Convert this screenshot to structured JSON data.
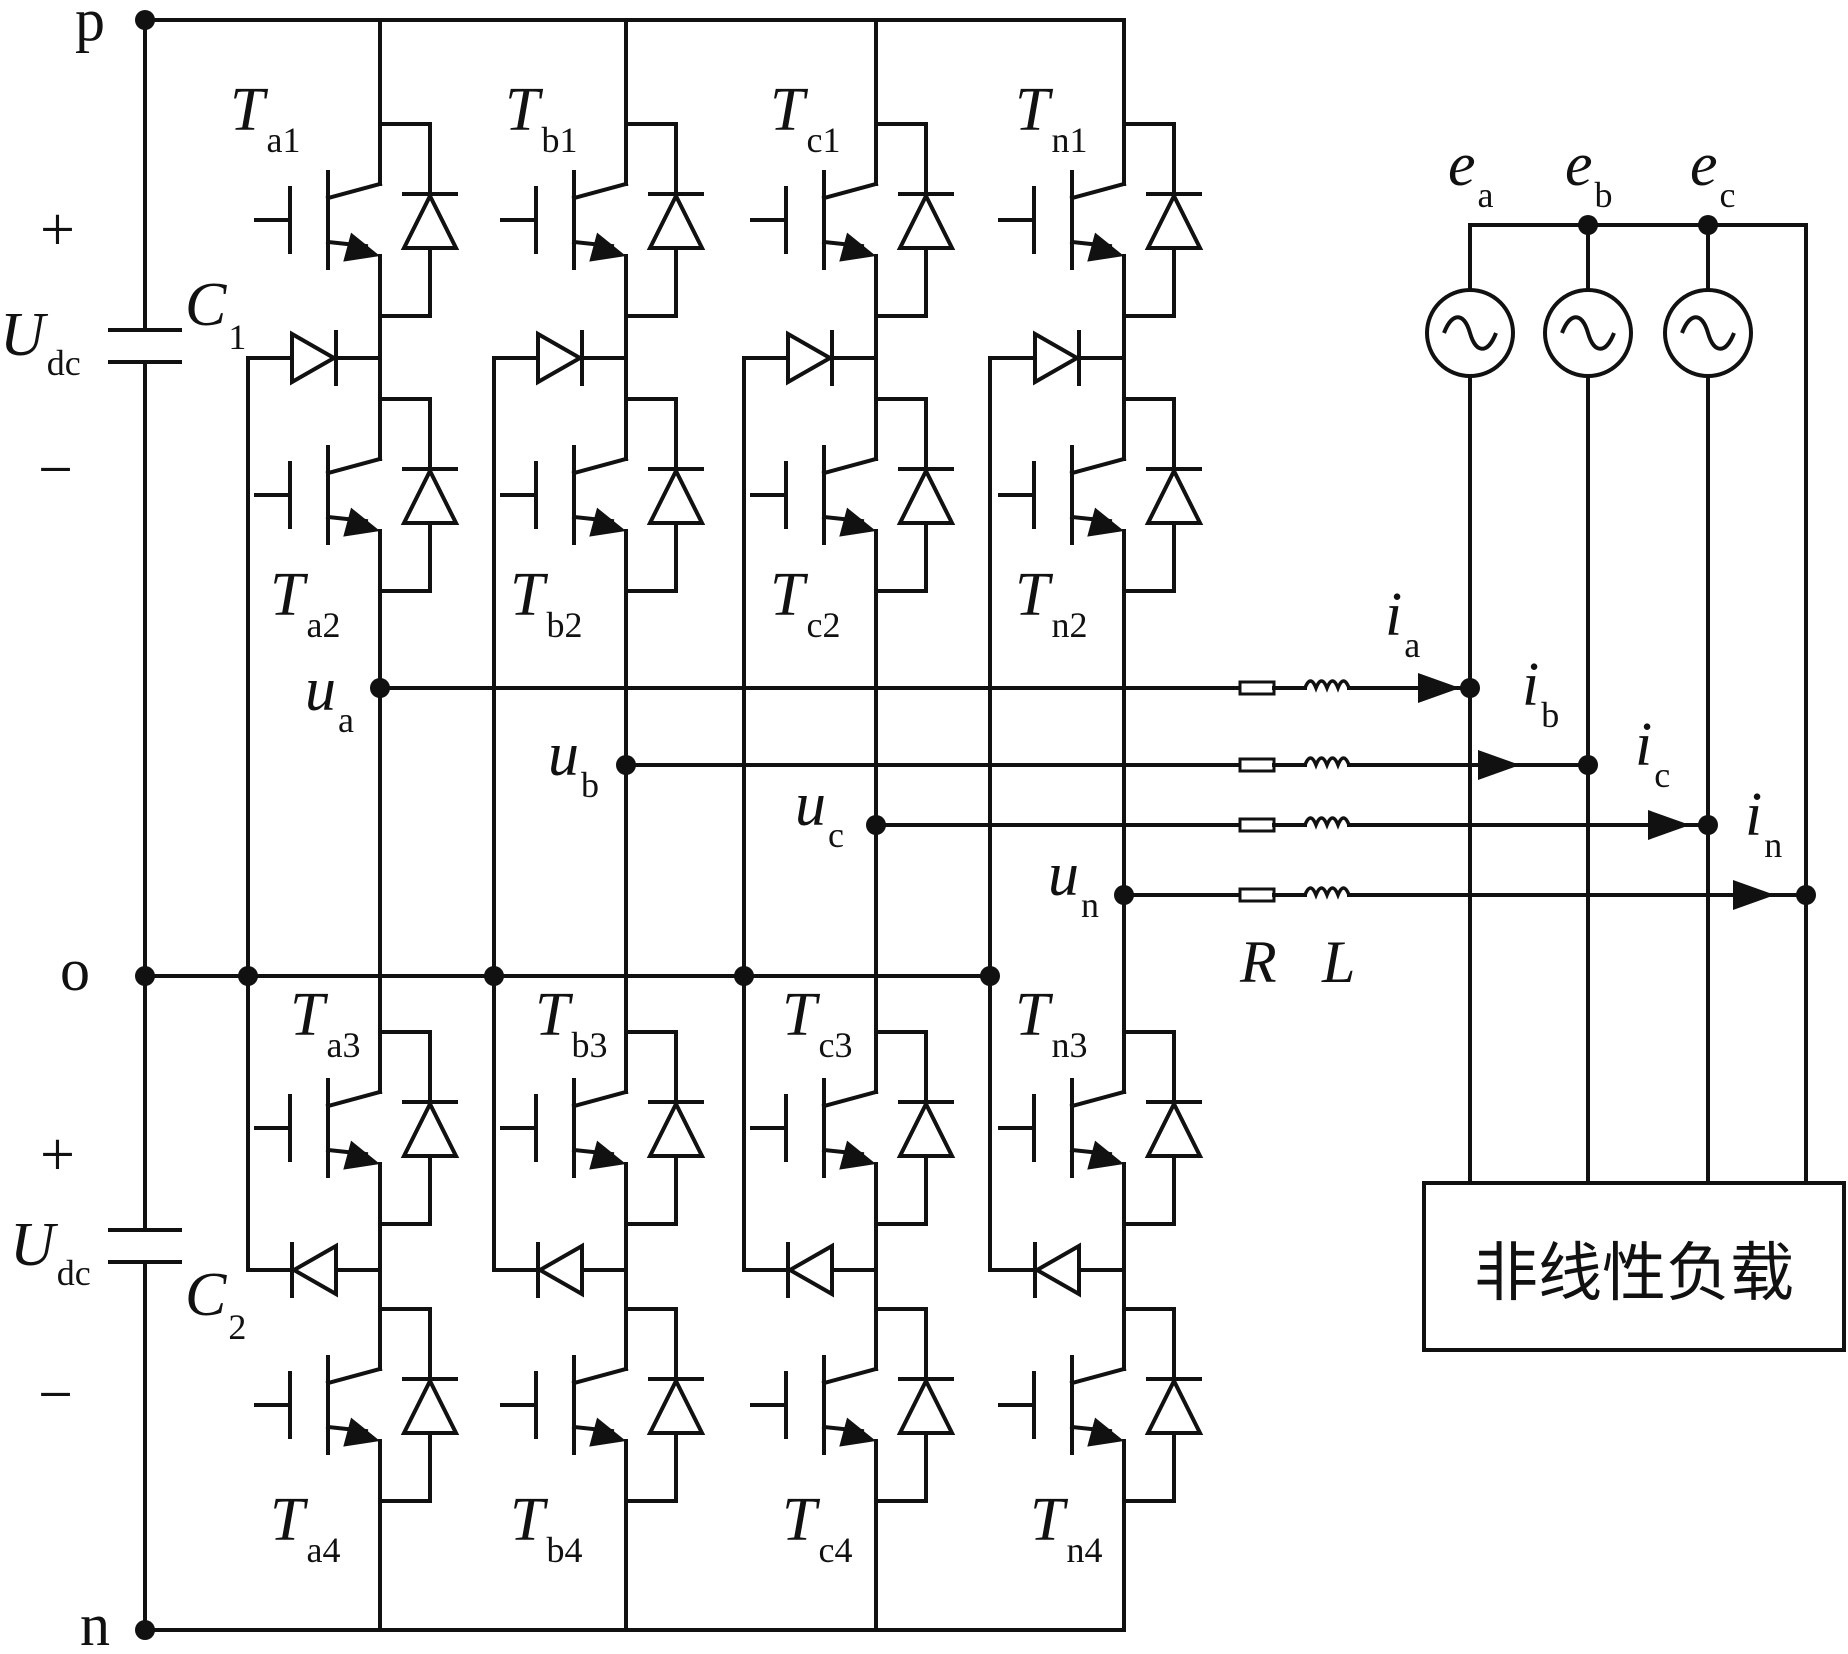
{
  "nodes": {
    "p": "p",
    "o": "o",
    "n": "n"
  },
  "capacitors": [
    {
      "sign_top": "+",
      "sign_bottom": "−",
      "u_main": "U",
      "u_sub": "dc",
      "c_main": "C",
      "c_sub": "1"
    },
    {
      "sign_top": "+",
      "sign_bottom": "−",
      "u_main": "U",
      "u_sub": "dc",
      "c_main": "C",
      "c_sub": "2"
    }
  ],
  "legs": [
    {
      "t1": "a1",
      "t2": "a2",
      "t3": "a3",
      "t4": "a4",
      "u_main": "u",
      "u_sub": "a"
    },
    {
      "t1": "b1",
      "t2": "b2",
      "t3": "b3",
      "t4": "b4",
      "u_main": "u",
      "u_sub": "b"
    },
    {
      "t1": "c1",
      "t2": "c2",
      "t3": "c3",
      "t4": "c4",
      "u_main": "u",
      "u_sub": "c"
    },
    {
      "t1": "n1",
      "t2": "n2",
      "t3": "n3",
      "t4": "n4",
      "u_main": "u",
      "u_sub": "n"
    }
  ],
  "t_main": "T",
  "currents": [
    {
      "main": "i",
      "sub": "a"
    },
    {
      "main": "i",
      "sub": "b"
    },
    {
      "main": "i",
      "sub": "c"
    },
    {
      "main": "i",
      "sub": "n"
    }
  ],
  "sources": [
    {
      "main": "e",
      "sub": "a"
    },
    {
      "main": "e",
      "sub": "b"
    },
    {
      "main": "e",
      "sub": "c"
    }
  ],
  "filter": {
    "r": "R",
    "l": "L"
  },
  "load_label": "非线性负载"
}
